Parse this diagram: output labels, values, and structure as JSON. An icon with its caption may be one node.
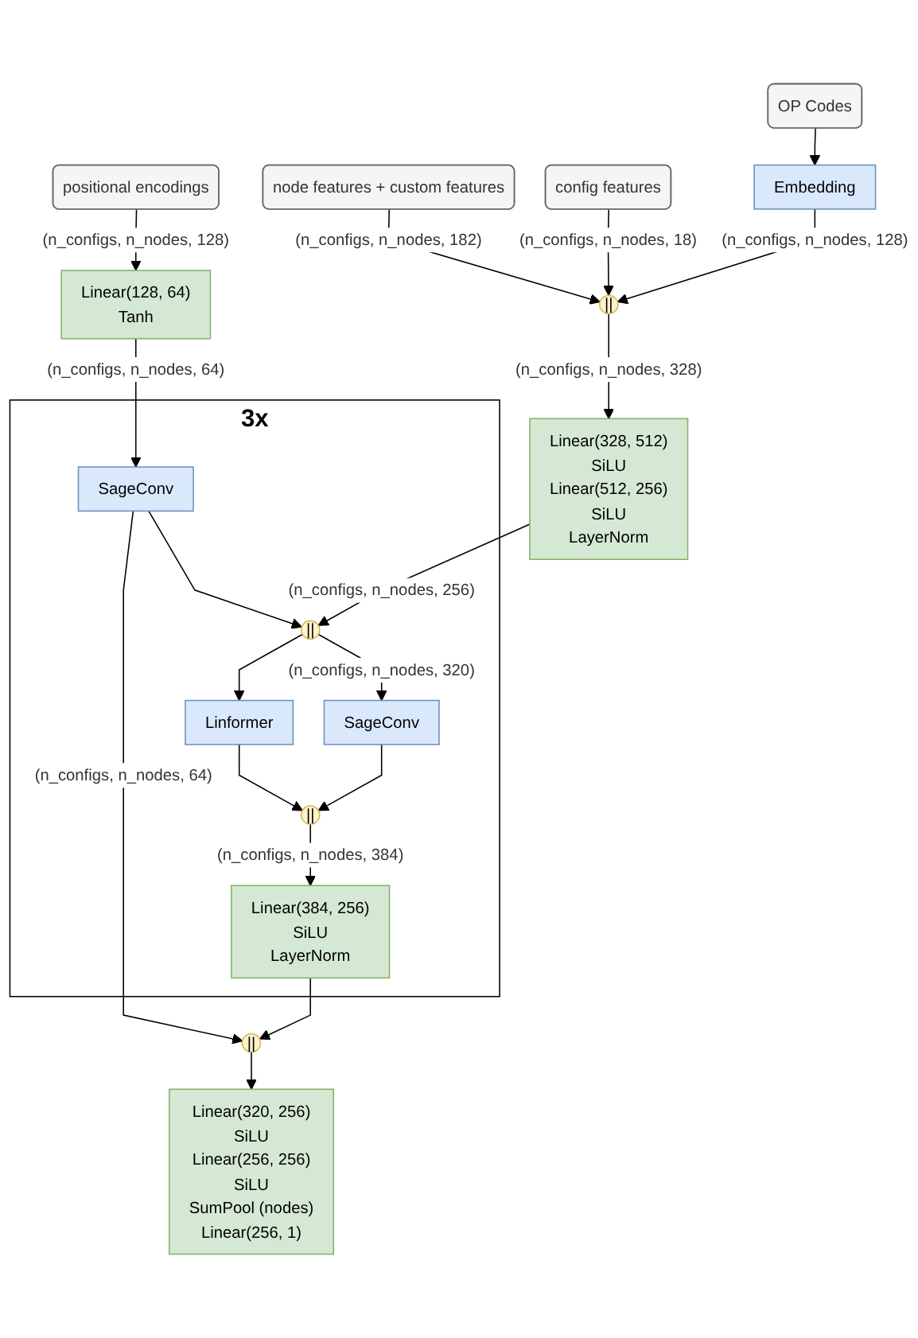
{
  "diagram": {
    "nodes": [
      {
        "text": [
          "positional encodings"
        ]
      },
      {
        "text": [
          "node features + custom features"
        ]
      },
      {
        "text": [
          "config features"
        ]
      },
      {
        "text": [
          "OP Codes"
        ]
      },
      {
        "text": [
          "Embedding"
        ]
      },
      {
        "text": [
          "||"
        ]
      },
      {
        "text": [
          "Linear(128, 64)",
          "Tanh"
        ]
      },
      {
        "text": [
          "Linear(328, 512)",
          "SiLU",
          "Linear(512, 256)",
          "SiLU",
          "LayerNorm"
        ]
      },
      {
        "text": [
          "3x"
        ]
      },
      {
        "text": [
          "SageConv"
        ],
        "in": 8
      },
      {
        "text": [
          "||"
        ],
        "in": 8
      },
      {
        "text": [
          "SageConv"
        ],
        "in": 8
      },
      {
        "text": [
          "Linformer"
        ],
        "in": 8
      },
      {
        "text": [
          "||"
        ],
        "in": 8
      },
      {
        "text": [
          "Linear(384, 256)",
          "SiLU",
          "LayerNorm"
        ],
        "in": 8
      },
      {
        "text": [
          "||"
        ]
      },
      {
        "text": [
          "Linear(320, 256)",
          "SiLU",
          "Linear(256, 256)",
          "SiLU",
          "SumPool (nodes)",
          "Linear(256, 1)"
        ]
      }
    ],
    "edges": [
      {
        "from": 0,
        "to": 6,
        "arrow": "to",
        "label": "(n_configs, n_nodes, 128)"
      },
      {
        "from": 1,
        "to": 5,
        "arrow": "to",
        "label": "(n_configs, n_nodes, 182)"
      },
      {
        "from": 2,
        "to": 5,
        "arrow": "to",
        "label": "(n_configs, n_nodes, 18)"
      },
      {
        "from": 3,
        "to": 4,
        "arrow": "to"
      },
      {
        "from": 4,
        "to": 5,
        "arrow": "to",
        "label": "(n_configs, n_nodes, 128)"
      },
      {
        "from": 5,
        "to": 7,
        "arrow": "to",
        "label": "(n_configs, n_nodes, 328)"
      },
      {
        "from": 6,
        "to": 9,
        "arrow": "to",
        "label": "(n_configs, n_nodes, 64)"
      },
      {
        "from": 7,
        "to": 10,
        "arrow": "to",
        "label": "(n_configs, n_nodes, 256)"
      },
      {
        "from": 9,
        "to": 10,
        "arrow": "to"
      },
      {
        "from": 10,
        "to": 11,
        "arrow": "to",
        "label": "(n_configs, n_nodes, 320)"
      },
      {
        "from": 10,
        "to": 12,
        "arrow": "to"
      },
      {
        "from": 11,
        "to": 13,
        "arrow": "to"
      },
      {
        "from": 12,
        "to": 13,
        "arrow": "to"
      },
      {
        "from": 13,
        "to": 14,
        "arrow": "to",
        "label": "(n_configs, n_nodes, 384)"
      },
      {
        "from": 9,
        "to": 15,
        "arrow": "to",
        "label": "(n_configs, n_nodes, 64)"
      },
      {
        "from": 14,
        "to": 15,
        "arrow": "to"
      },
      {
        "from": 15,
        "to": 16,
        "arrow": "to"
      }
    ]
  }
}
